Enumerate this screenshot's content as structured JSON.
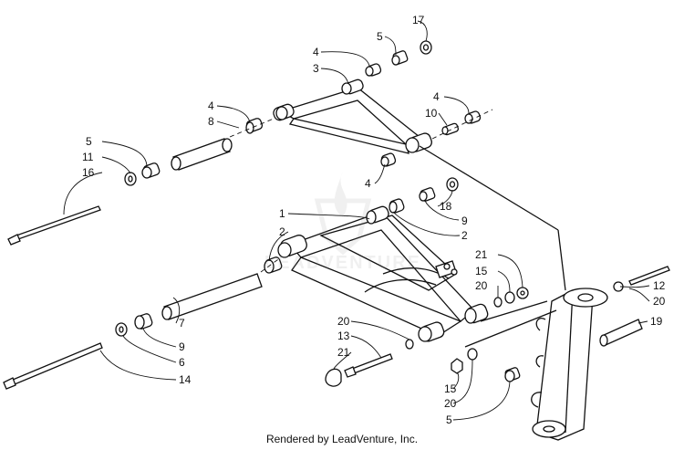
{
  "diagram": {
    "callouts": {
      "c17": "17",
      "c5top": "5",
      "c4top": "4",
      "c3": "3",
      "c4b": "4",
      "c8": "8",
      "c4r": "4",
      "c10": "10",
      "c5l": "5",
      "c11": "11",
      "c16": "16",
      "c4low": "4",
      "c18": "18",
      "c9top": "9",
      "c1": "1",
      "c2": "2",
      "c2r": "2",
      "c21r": "21",
      "c15r": "15",
      "c20r": "20",
      "c12": "12",
      "c20rr": "20",
      "c19": "19",
      "c20m": "20",
      "c13": "13",
      "c21m": "21",
      "c7": "7",
      "c9b": "9",
      "c6": "6",
      "c14": "14",
      "c15b": "15",
      "c20b": "20",
      "c5b": "5"
    },
    "watermark_text": "LEADVENTURE"
  },
  "footer": {
    "credit": "Rendered by LeadVenture, Inc."
  }
}
